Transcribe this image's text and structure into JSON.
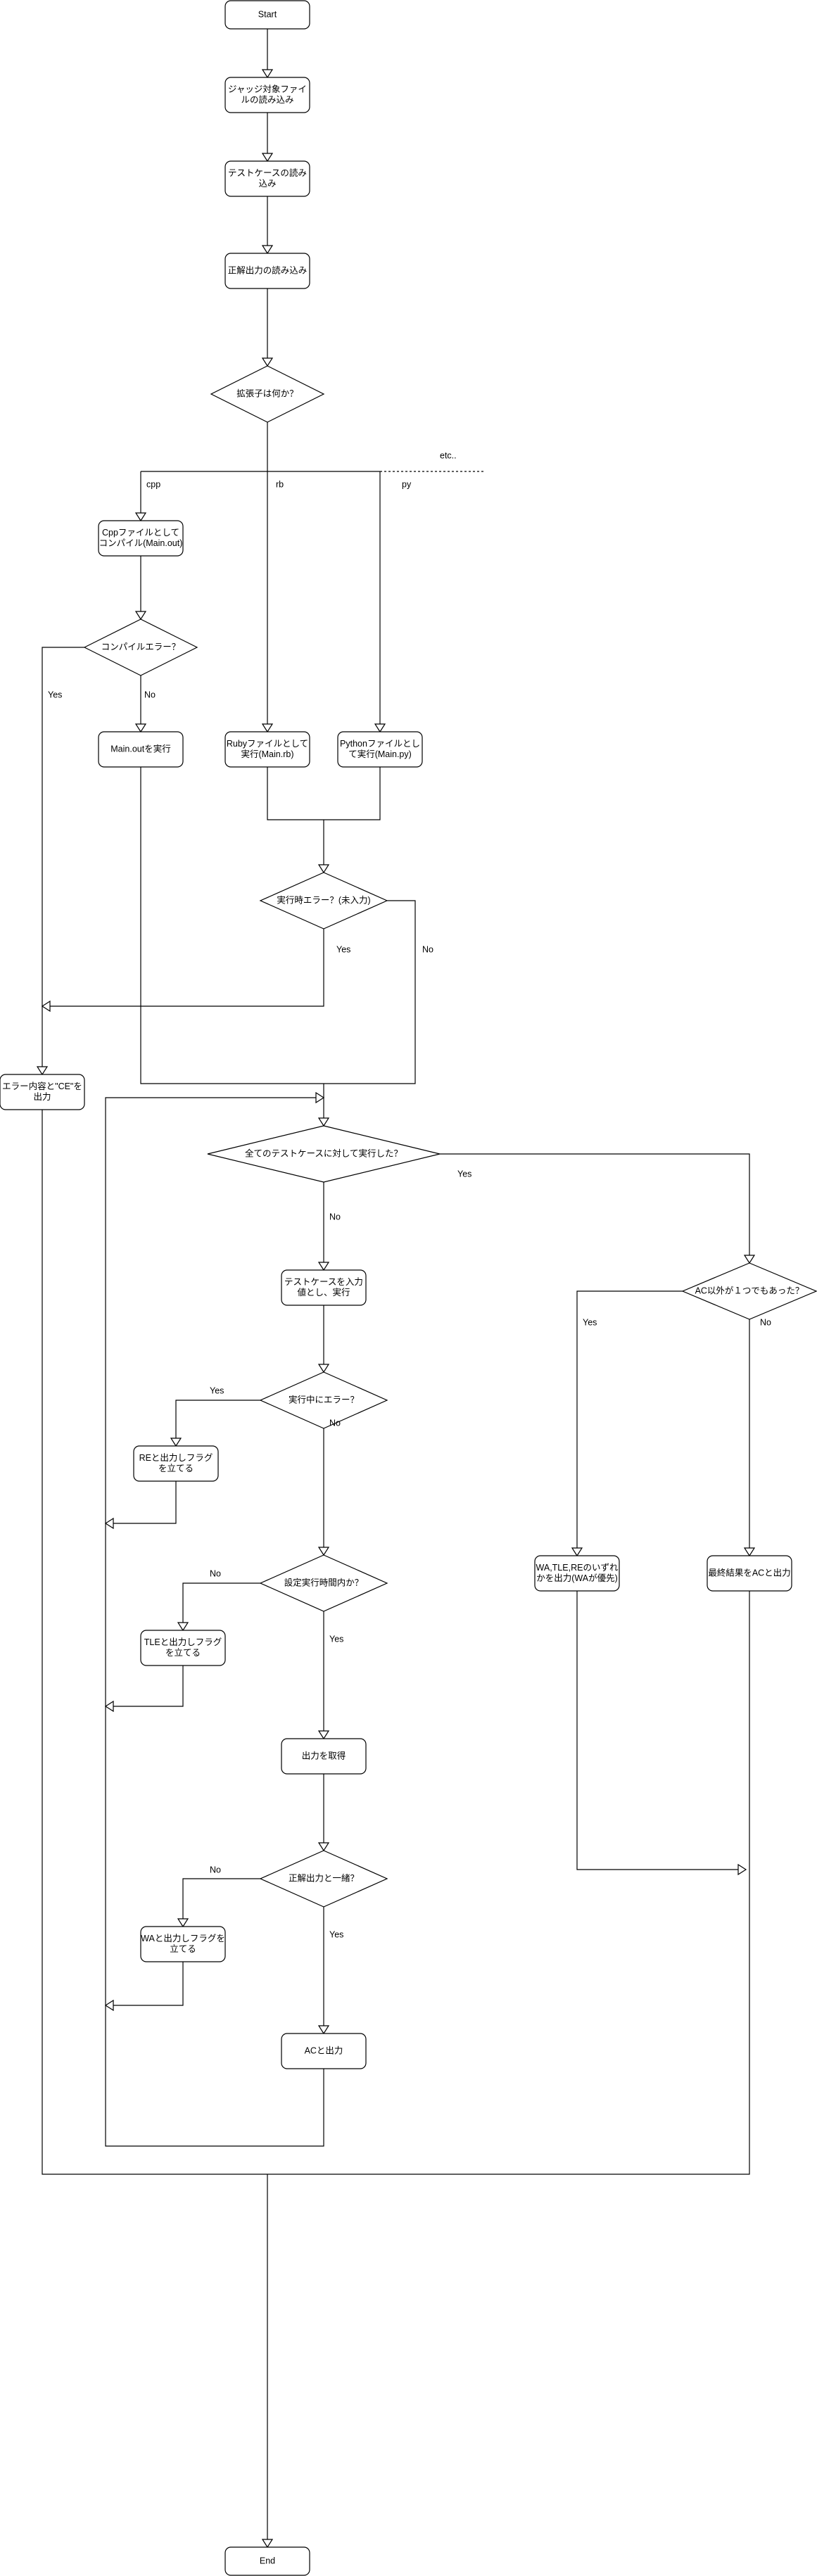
{
  "nodes": {
    "start": "Start",
    "read_judge": [
      "ジャッジ対象ファイ",
      "ルの読み込み"
    ],
    "read_testcases": [
      "テストケースの読み",
      "込み"
    ],
    "read_expected": "正解出力の読み込み",
    "ext_decision": "拡張子は何か？",
    "cpp_compile": [
      "Cppファイルとして",
      "コンパイル(Main.out)"
    ],
    "compile_error": "コンパイルエラー？",
    "run_main_out": "Main.outを実行",
    "ruby_run": [
      "Rubyファイルとして",
      "実行(Main.rb)"
    ],
    "python_run": [
      "Pythonファイルとし",
      "て実行(Main.py)"
    ],
    "runtime_error_noinput": "実行時エラー？(未入力)",
    "output_ce": [
      "エラー内容と\"CE\"を",
      "出力"
    ],
    "all_tests_done": "全てのテストケースに対して実行した？",
    "input_testcase": [
      "テストケースを入力",
      "値とし、実行"
    ],
    "error_during_run": "実行中にエラー？",
    "set_re": [
      "REと出力しフラグ",
      "を立てる"
    ],
    "within_time": "設定実行時間内か？",
    "set_tle": [
      "TLEと出力しフラグ",
      "を立てる"
    ],
    "get_output": "出力を取得",
    "matches_expected": "正解出力と一緒？",
    "set_wa": [
      "WAと出力しフラグを",
      "立てる"
    ],
    "output_ac": "ACと出力",
    "any_non_ac": "AC以外が１つでもあった？",
    "output_worst": [
      "WA,TLE,REのいずれ",
      "かを出力(WAが優先)"
    ],
    "final_ac": "最終結果をACと出力",
    "end": "End"
  },
  "edge_labels": {
    "etc": "etc..",
    "cpp": "cpp",
    "rb": "rb",
    "py": "py",
    "compile_yes": "Yes",
    "compile_no": "No",
    "runtime_yes": "Yes",
    "runtime_no": "No",
    "all_yes": "Yes",
    "all_no": "No",
    "nonac_yes": "Yes",
    "nonac_no": "No",
    "error_yes": "Yes",
    "error_no": "No",
    "time_no": "No",
    "time_yes": "Yes",
    "match_no": "No",
    "match_yes": "Yes"
  }
}
